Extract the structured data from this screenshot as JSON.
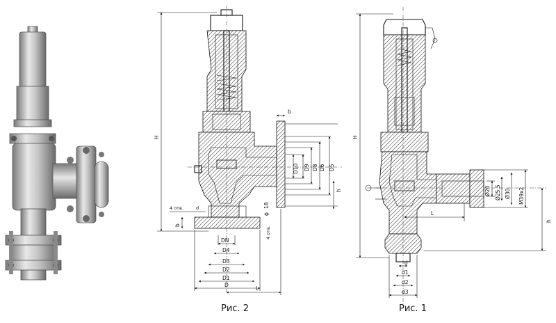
{
  "figure": {
    "caption_fig2": "Рис. 2",
    "caption_fig1": "Рис. 1"
  },
  "fig2_labels": {
    "height": "H",
    "height_small": "h",
    "holes": "4 отв.",
    "hole_d": "d",
    "b_top": "b",
    "b_bottom": "b",
    "dn": "DN",
    "d4": "D4",
    "d3": "D3",
    "d2": "D2",
    "d1": "D1",
    "d": "D",
    "l": "L",
    "d10": "D10",
    "d9": "D9",
    "d8": "D8",
    "d6": "D6",
    "d5": "D5",
    "dim18": "18",
    "phi": "ϕ",
    "holes_right": "4 отв."
  },
  "fig1_labels": {
    "height": "H",
    "h": "h",
    "l": "L",
    "d20": "Ø20",
    "d25": "Ø25,5",
    "d30": "Ø30",
    "m39": "M39x2",
    "d": "d",
    "d1": "d1",
    "d2": "d2",
    "d3": "d3"
  },
  "colors": {
    "ink": "#111111",
    "metal_light": "#dcdcdc",
    "metal_mid": "#a9a9a9",
    "metal_dark": "#6e6e6e"
  }
}
